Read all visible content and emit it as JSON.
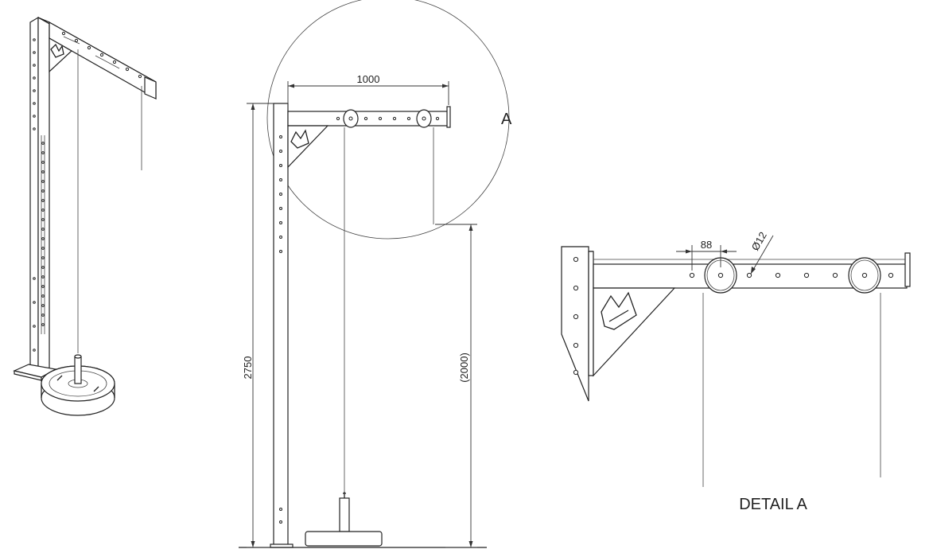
{
  "dimensions": {
    "width_dim": "1000",
    "height_dim": "2750",
    "drop_dim": "(2000)",
    "hole_spacing_dim": "88",
    "hole_diameter_dim": "Ø12"
  },
  "callouts": {
    "detail_marker": "A",
    "detail_title": "DETAIL A"
  },
  "colors": {
    "line": "#222222",
    "background": "#ffffff"
  }
}
